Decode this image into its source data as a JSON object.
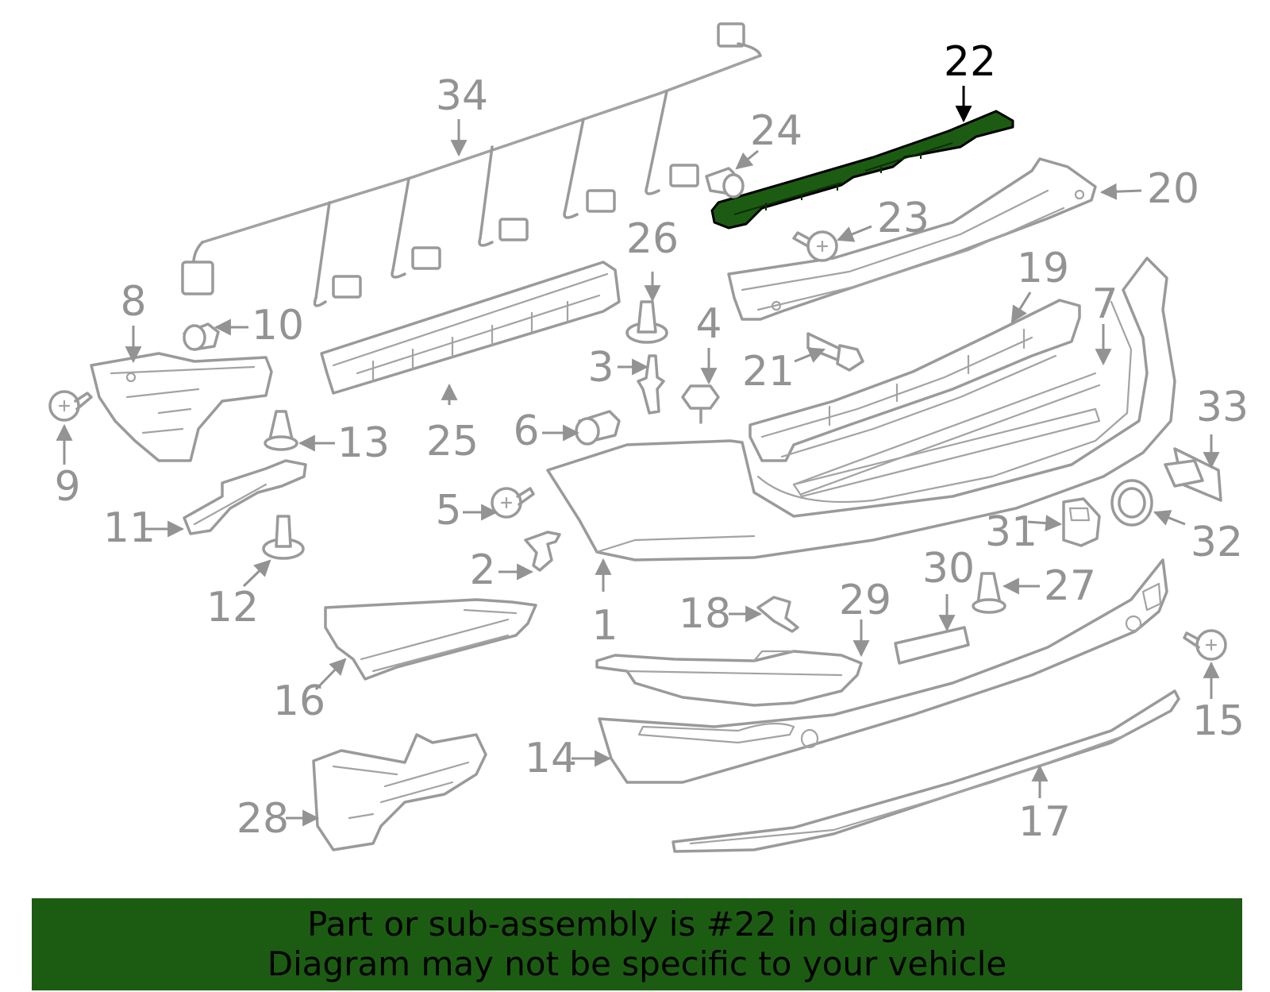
{
  "diagram": {
    "highlight_color": "#1c5c12",
    "highlighted_part": "22",
    "labels": {
      "1": "1",
      "2": "2",
      "3": "3",
      "4": "4",
      "5": "5",
      "6": "6",
      "7": "7",
      "8": "8",
      "9": "9",
      "10": "10",
      "11": "11",
      "12": "12",
      "13": "13",
      "14": "14",
      "15": "15",
      "16": "16",
      "17": "17",
      "18": "18",
      "19": "19",
      "20": "20",
      "21": "21",
      "22": "22",
      "23": "23",
      "24": "24",
      "25": "25",
      "26": "26",
      "27": "27",
      "28": "28",
      "29": "29",
      "30": "30",
      "31": "31",
      "32": "32",
      "33": "33",
      "34": "34"
    }
  },
  "banner": {
    "line1": "Part or sub-assembly is #22 in diagram",
    "line2": "Diagram may not be specific to your vehicle"
  }
}
